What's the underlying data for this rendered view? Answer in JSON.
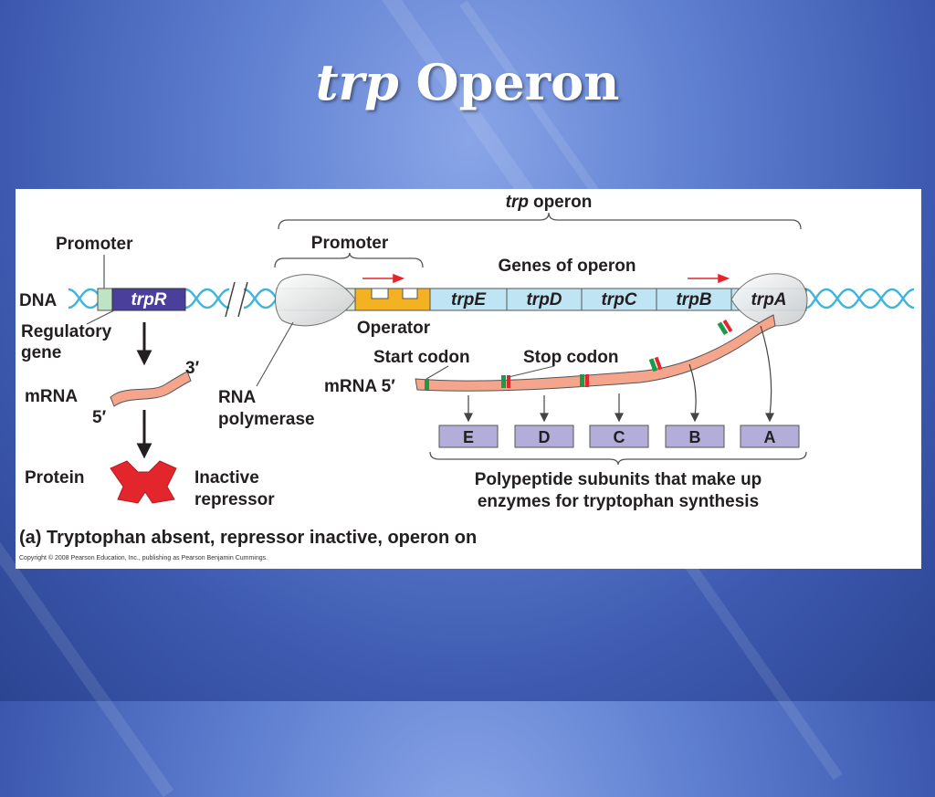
{
  "slide": {
    "title_italic": "trp",
    "title_rest": "Operon"
  },
  "figure": {
    "operon_label_italic": "trp",
    "operon_label_rest": "operon",
    "promoter_left": "Promoter",
    "promoter_right": "Promoter",
    "genes_of_operon": "Genes of operon",
    "dna": "DNA",
    "trpR": "trpR",
    "regulatory_gene_line1": "Regulatory",
    "regulatory_gene_line2": "gene",
    "three_prime": "3′",
    "five_prime": "5′",
    "mrna_left": "mRNA",
    "protein": "Protein",
    "inactive_line1": "Inactive",
    "inactive_line2": "repressor",
    "rna_line1": "RNA",
    "rna_line2": "polymerase",
    "operator": "Operator",
    "start_codon": "Start codon",
    "stop_codon": "Stop codon",
    "mrna_5": "mRNA 5′",
    "genes": [
      "trpE",
      "trpD",
      "trpC",
      "trpB",
      "trpA"
    ],
    "subunits": [
      "E",
      "D",
      "C",
      "B",
      "A"
    ],
    "polypeptide_line1": "Polypeptide subunits that make up",
    "polypeptide_line2": "enzymes for tryptophan synthesis",
    "caption": "(a) Tryptophan absent, repressor inactive, operon on",
    "copyright": "Copyright © 2008 Pearson Education, Inc., publishing as Pearson Benjamin Cummings."
  }
}
